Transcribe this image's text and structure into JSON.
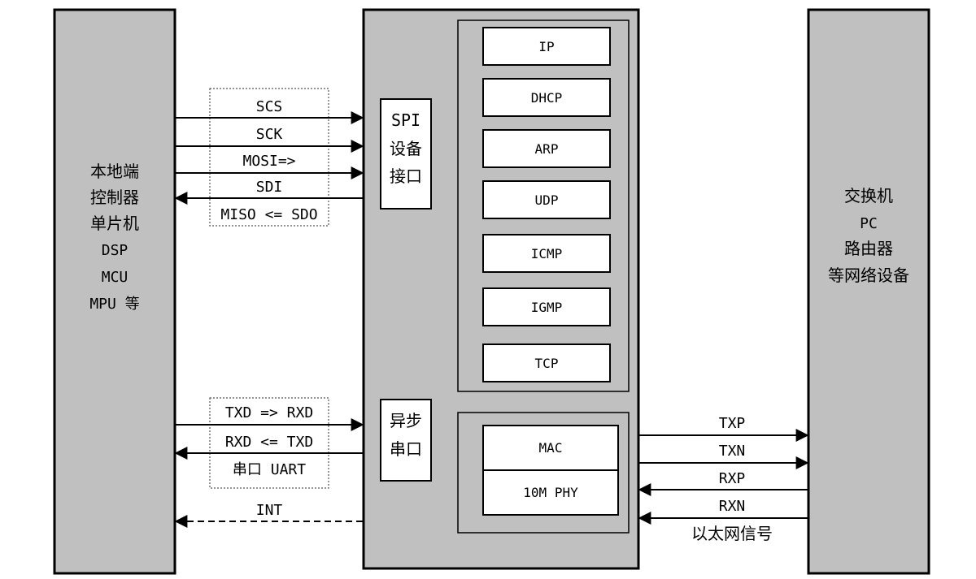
{
  "left_block": {
    "lines": [
      "本地端",
      "控制器",
      "单片机",
      "DSP",
      "MCU",
      "MPU 等"
    ]
  },
  "right_block": {
    "lines": [
      "交换机",
      "PC",
      "路由器",
      "等网络设备"
    ]
  },
  "chip": {
    "spi_interface": {
      "lines": [
        "SPI",
        "设备",
        "接口"
      ]
    },
    "uart_interface": {
      "lines": [
        "异步",
        "串口"
      ]
    },
    "protocols": [
      "IP",
      "DHCP",
      "ARP",
      "UDP",
      "ICMP",
      "IGMP",
      "TCP"
    ],
    "mac": "MAC",
    "phy": "10M PHY"
  },
  "spi_signals": {
    "scs": "SCS",
    "sck": "SCK",
    "mosi": "MOSI=>",
    "sdi": "SDI",
    "miso": "MISO <= SDO"
  },
  "uart_signals": {
    "tx": "TXD => RXD",
    "rx": "RXD <= TXD",
    "caption": "串口 UART"
  },
  "int_signal": "INT",
  "ethernet_signals": {
    "txp": "TXP",
    "txn": "TXN",
    "rxp": "RXP",
    "rxn": "RXN",
    "caption": "以太网信号"
  }
}
